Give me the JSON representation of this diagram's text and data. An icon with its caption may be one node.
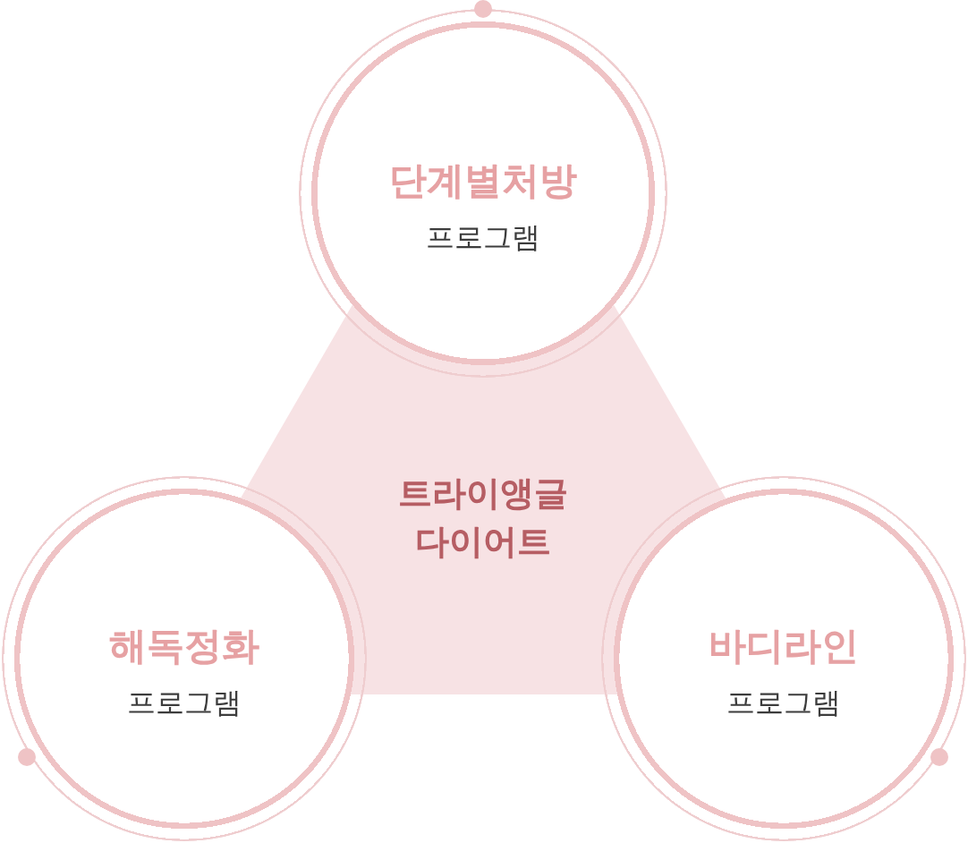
{
  "diagram": {
    "nodes": [
      {
        "text": [
          "단계별처방",
          "프로그램"
        ]
      },
      {
        "text": [
          "트라이앵글 다이어트"
        ]
      },
      {
        "text": [
          "해독정화",
          "프로그램"
        ]
      },
      {
        "text": [
          "바디라인",
          "프로그램"
        ]
      }
    ]
  }
}
